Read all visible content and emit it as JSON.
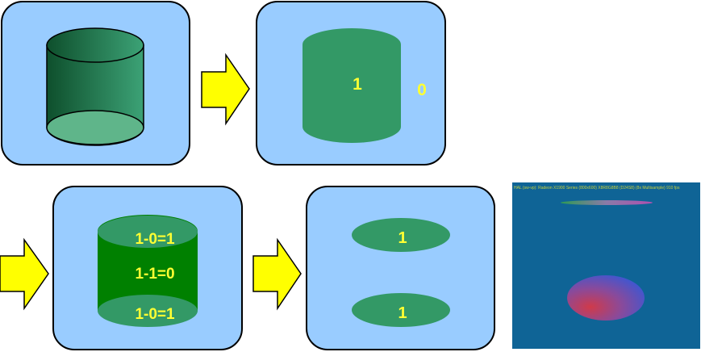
{
  "step2": {
    "inside_value": "1",
    "outside_value": "0"
  },
  "step3": {
    "top_label": "1-0=1",
    "middle_label": "1-1=0",
    "bottom_label": "1-0=1"
  },
  "step4": {
    "top_value": "1",
    "bottom_value": "1"
  },
  "render": {
    "status_line": "HAL (sw-vp): Radeon X1900 Series (800x600) X8R8G8B8 (D24S8) (8x Multisample) 910 fps"
  },
  "colors": {
    "panel_fill": "#99ccff",
    "arrow_fill": "#ffff00",
    "cylinder_green": "#339966",
    "dark_green": "#008000",
    "label_yellow": "#ffff33",
    "render_bg": "#0f6496"
  }
}
